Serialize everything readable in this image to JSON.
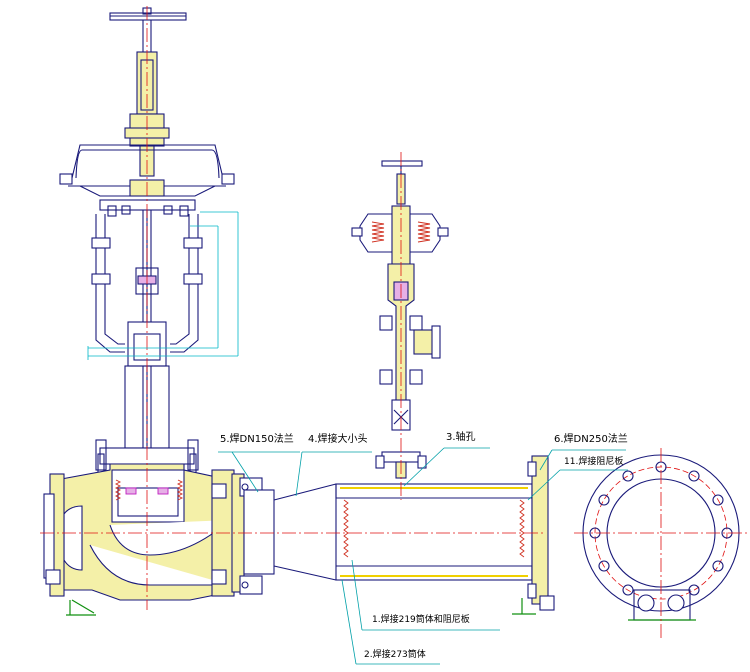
{
  "callouts": [
    {
      "id": "c5",
      "text": "5.焊DN150法兰"
    },
    {
      "id": "c4",
      "text": "4.焊接大小头"
    },
    {
      "id": "c3",
      "text": "3.轴孔"
    },
    {
      "id": "c6",
      "text": "6.焊DN250法兰"
    },
    {
      "id": "c11",
      "text": "11.焊接阻尼板"
    },
    {
      "id": "c1",
      "text": "1.焊接219筒体和阻尼板"
    },
    {
      "id": "c2",
      "text": "2.焊接273筒体"
    }
  ],
  "colors": {
    "outline": "#1a1a7a",
    "part_fill": "#f4f0a8",
    "center_line": "#e01010",
    "dimension": "#00b8c8",
    "leader": "#00a0a8",
    "spring": "#d03020",
    "highlight": "#c020c0",
    "base": "#109010"
  }
}
